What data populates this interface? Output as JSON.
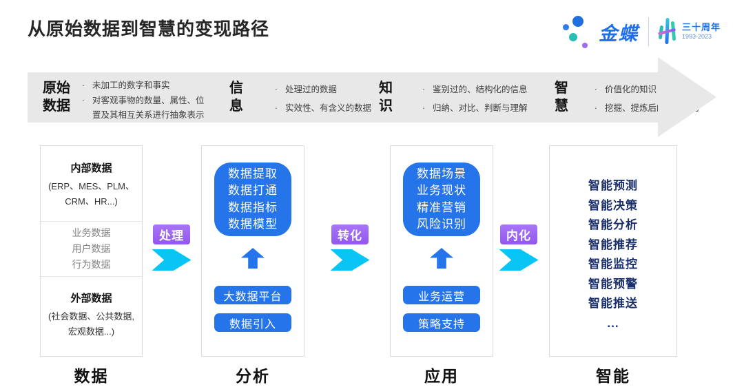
{
  "title": "从原始数据到智慧的变现路径",
  "logo": {
    "brand": "金蝶",
    "anniversary": "三十周年",
    "years": "1993-2023"
  },
  "banner": {
    "stages": [
      {
        "name_line1": "原始",
        "name_line2": "数据",
        "bullets": [
          "未加工的数字和事实",
          "对客观事物的数量、属性、位置及其相互关系进行抽象表示"
        ]
      },
      {
        "name_line1": "信",
        "name_line2": "息",
        "bullets": [
          "处理过的数据",
          "实效性、有含义的数据"
        ]
      },
      {
        "name_line1": "知",
        "name_line2": "识",
        "bullets": [
          "鉴别过的、结构化的信息",
          "归纳、对比、判断与理解"
        ]
      },
      {
        "name_line1": "智",
        "name_line2": "慧",
        "bullets": [
          "价值化的知识",
          "挖掘、提炼后的决策能力"
        ]
      }
    ]
  },
  "columns": {
    "data": {
      "label": "数据",
      "internal": {
        "title": "内部数据",
        "desc": "(ERP、MES、PLM、CRM、HR...)"
      },
      "middle_items": [
        "业务数据",
        "用户数据",
        "行为数据"
      ],
      "external": {
        "title": "外部数据",
        "desc": "(社会数据、公共数据, 宏观数据...)"
      }
    },
    "analysis": {
      "label": "分析",
      "core_items": [
        "数据提取",
        "数据打通",
        "数据指标",
        "数据模型"
      ],
      "buttons": [
        "大数据平台",
        "数据引入"
      ]
    },
    "application": {
      "label": "应用",
      "core_items": [
        "数据场景",
        "业务现状",
        "精准营销",
        "风险识别"
      ],
      "buttons": [
        "业务运营",
        "策略支持"
      ]
    },
    "intelligence": {
      "label": "智能",
      "items": [
        "智能预测",
        "智能决策",
        "智能分析",
        "智能推荐",
        "智能监控",
        "智能预警",
        "智能推送",
        "..."
      ]
    }
  },
  "connectors": [
    {
      "label": "处理"
    },
    {
      "label": "转化"
    },
    {
      "label": "内化"
    }
  ],
  "colors": {
    "blue": "#2574e9",
    "navy": "#1a2f6b",
    "cyan": "#09c5f6",
    "purple": "#9d6cf2",
    "banner_gray": "#e8e8e8"
  }
}
